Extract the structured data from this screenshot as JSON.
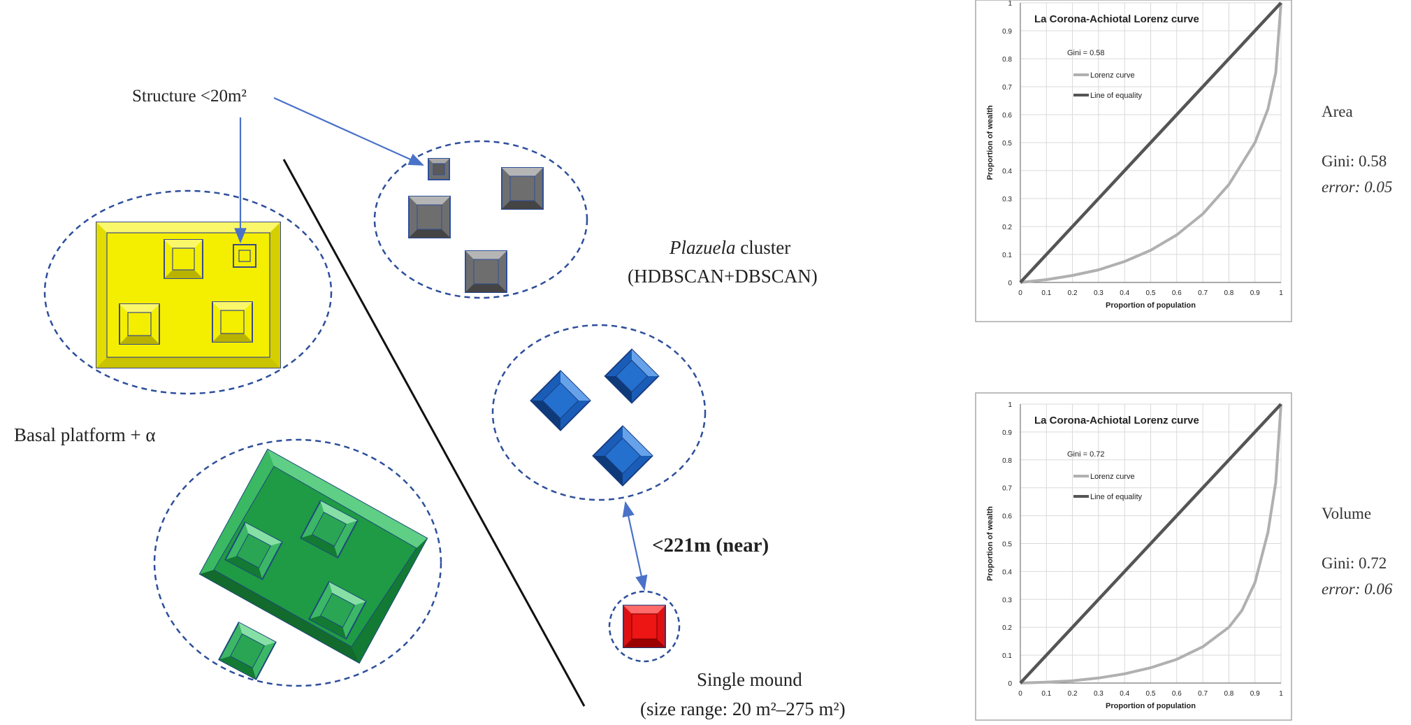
{
  "diagram": {
    "labels": {
      "structure": "Structure <20m²",
      "plazuela_italic": "Plazuela",
      "plazuela_rest": " cluster",
      "plazuela_method": "(HDBSCAN+DBSCAN)",
      "basal": "Basal platform + α",
      "near": "<221m (near)",
      "single_mound": "Single mound",
      "size_range": "(size range: 20 m²–275 m²)"
    },
    "colors": {
      "yellow": "#f4ee00",
      "green": "#1f9a45",
      "blue": "#1a5db8",
      "grey": "#6e6e6e",
      "red": "#e01010",
      "dash": "#2d4f9b",
      "arrow": "#4a72c8"
    }
  },
  "charts_meta": {
    "sides": [
      {
        "metric": "Area",
        "gini": "Gini: 0.58",
        "error": "error: 0.05"
      },
      {
        "metric": "Volume",
        "gini": "Gini: 0.72",
        "error": "error: 0.06"
      }
    ]
  },
  "chart_data": [
    {
      "type": "line",
      "title": "La Corona-Achiotal Lorenz curve",
      "annotation": "Gini = 0.58",
      "xlabel": "Proportion of population",
      "ylabel": "Proportion of wealth",
      "xlim": [
        0,
        1
      ],
      "ylim": [
        0,
        1
      ],
      "grid": true,
      "legend_position": "top-left",
      "x_ticks": [
        "0",
        "0.1",
        "0.2",
        "0.3",
        "0.4",
        "0.5",
        "0.6",
        "0.7",
        "0.8",
        "0.9",
        "1"
      ],
      "y_ticks": [
        "0",
        "0.1",
        "0.2",
        "0.3",
        "0.4",
        "0.5",
        "0.6",
        "0.7",
        "0.8",
        "0.9",
        "1"
      ],
      "series": [
        {
          "name": "Lorenz curve",
          "color": "#b0b0b0",
          "x": [
            0,
            0.1,
            0.2,
            0.3,
            0.4,
            0.5,
            0.6,
            0.7,
            0.8,
            0.9,
            0.95,
            0.98,
            1
          ],
          "y": [
            0,
            0.01,
            0.025,
            0.045,
            0.075,
            0.115,
            0.17,
            0.245,
            0.35,
            0.5,
            0.62,
            0.75,
            1
          ]
        },
        {
          "name": "Line of equality",
          "color": "#555555",
          "x": [
            0,
            1
          ],
          "y": [
            0,
            1
          ]
        }
      ]
    },
    {
      "type": "line",
      "title": "La Corona-Achiotal Lorenz curve",
      "annotation": "Gini = 0.72",
      "xlabel": "Proportion of population",
      "ylabel": "Proportion of wealth",
      "xlim": [
        0,
        1
      ],
      "ylim": [
        0,
        1
      ],
      "grid": true,
      "legend_position": "top-left",
      "x_ticks": [
        "0",
        "0.1",
        "0.2",
        "0.3",
        "0.4",
        "0.5",
        "0.6",
        "0.7",
        "0.8",
        "0.9",
        "1"
      ],
      "y_ticks": [
        "0",
        "0.1",
        "0.2",
        "0.3",
        "0.4",
        "0.5",
        "0.6",
        "0.7",
        "0.8",
        "0.9",
        "1"
      ],
      "series": [
        {
          "name": "Lorenz curve",
          "color": "#b0b0b0",
          "x": [
            0,
            0.1,
            0.2,
            0.3,
            0.4,
            0.5,
            0.6,
            0.7,
            0.8,
            0.85,
            0.9,
            0.95,
            0.98,
            1
          ],
          "y": [
            0,
            0.003,
            0.008,
            0.018,
            0.033,
            0.055,
            0.085,
            0.13,
            0.2,
            0.26,
            0.36,
            0.54,
            0.72,
            1
          ]
        },
        {
          "name": "Line of equality",
          "color": "#555555",
          "x": [
            0,
            1
          ],
          "y": [
            0,
            1
          ]
        }
      ]
    }
  ]
}
